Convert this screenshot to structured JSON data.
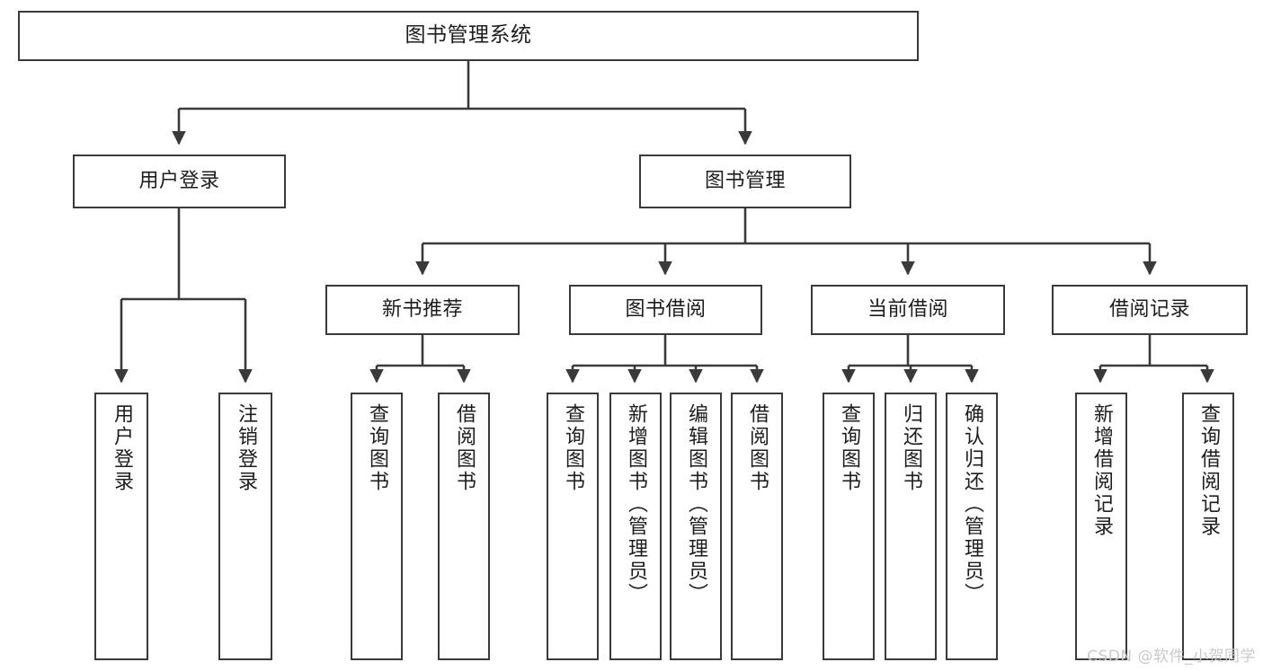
{
  "diagram": {
    "title": "图书管理系统",
    "type": "tree-hierarchy",
    "watermark": "CSDN @软件_小贺同学",
    "colors": {
      "background": "#ffffff",
      "border": "#3a3a3a",
      "text": "#1d1d1d",
      "connector": "#3a3a3a",
      "watermark": "#c9c9c9"
    }
  },
  "nodes": {
    "root": {
      "label": "图书管理系统"
    },
    "level1": [
      {
        "id": "user-login",
        "label": "用户登录"
      },
      {
        "id": "book-manage",
        "label": "图书管理"
      }
    ],
    "level2": [
      {
        "id": "new-book-recommend",
        "label": "新书推荐"
      },
      {
        "id": "book-borrow",
        "label": "图书借阅"
      },
      {
        "id": "current-borrow",
        "label": "当前借阅"
      },
      {
        "id": "borrow-record",
        "label": "借阅记录"
      }
    ],
    "leaves": {
      "user-login": [
        {
          "id": "leaf-user-login",
          "label": "用户登录"
        },
        {
          "id": "leaf-logout-login",
          "label": "注销登录"
        }
      ],
      "new-book-recommend": [
        {
          "id": "leaf-query-book-1",
          "label": "查询图书"
        },
        {
          "id": "leaf-borrow-book-1",
          "label": "借阅图书"
        }
      ],
      "book-borrow": [
        {
          "id": "leaf-query-book-2",
          "label": "查询图书"
        },
        {
          "id": "leaf-add-book",
          "label": "新增图书（管理员）"
        },
        {
          "id": "leaf-edit-book",
          "label": "编辑图书（管理员）"
        },
        {
          "id": "leaf-borrow-book-2",
          "label": "借阅图书"
        }
      ],
      "current-borrow": [
        {
          "id": "leaf-query-book-3",
          "label": "查询图书"
        },
        {
          "id": "leaf-return-book",
          "label": "归还图书"
        },
        {
          "id": "leaf-confirm-return",
          "label": "确认归还（管理员）"
        }
      ],
      "borrow-record": [
        {
          "id": "leaf-add-record",
          "label": "新增借阅记录"
        },
        {
          "id": "leaf-query-record",
          "label": "查询借阅记录"
        }
      ]
    }
  }
}
